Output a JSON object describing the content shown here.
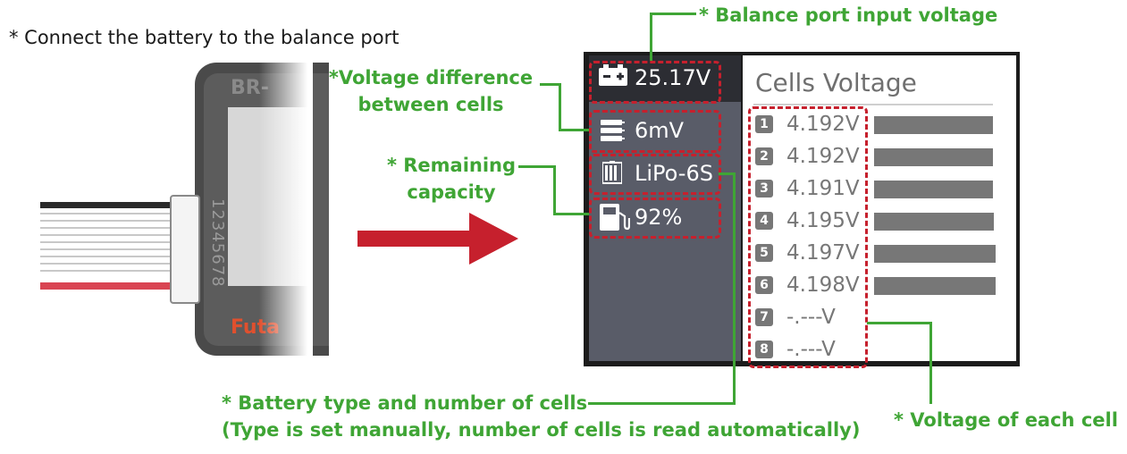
{
  "notes": {
    "connect": "* Connect the battery to the balance port",
    "balance_port_1": "* Balance port input voltage",
    "voltage_diff_1": "*Voltage difference",
    "voltage_diff_2": "between cells",
    "remaining_1": "* Remaining",
    "remaining_2": "capacity",
    "battery_type_1": "* Battery type and number of cells",
    "battery_type_2": "(Type is set manually, number of cells is read automatically)",
    "each_cell": "* Voltage of each cell"
  },
  "device": {
    "brand_text": "BR-",
    "logo_text": "Futa",
    "port_numbers": "12345678"
  },
  "lcd": {
    "total_voltage": "25.17V",
    "cell_difference": "6mV",
    "battery_type": "LiPo-6S",
    "remaining": "92%",
    "cells_title": "Cells Voltage",
    "cells": [
      {
        "num": "1",
        "value": "4.192V",
        "level": 0.97
      },
      {
        "num": "2",
        "value": "4.192V",
        "level": 0.97
      },
      {
        "num": "3",
        "value": "4.191V",
        "level": 0.97
      },
      {
        "num": "4",
        "value": "4.195V",
        "level": 0.98
      },
      {
        "num": "5",
        "value": "4.197V",
        "level": 0.99
      },
      {
        "num": "6",
        "value": "4.198V",
        "level": 0.99
      },
      {
        "num": "7",
        "value": "-.---V",
        "level": 0
      },
      {
        "num": "8",
        "value": "-.---V",
        "level": 0
      }
    ]
  },
  "colors": {
    "annotation_green": "#3fa535",
    "highlight_red": "#c6202d",
    "lcd_panel": "#595c68"
  },
  "icons": {
    "battery": "battery-icon",
    "cell_diff": "cell-difference-icon",
    "battery_type": "battery-cells-icon",
    "remaining": "fuel-gauge-icon"
  }
}
